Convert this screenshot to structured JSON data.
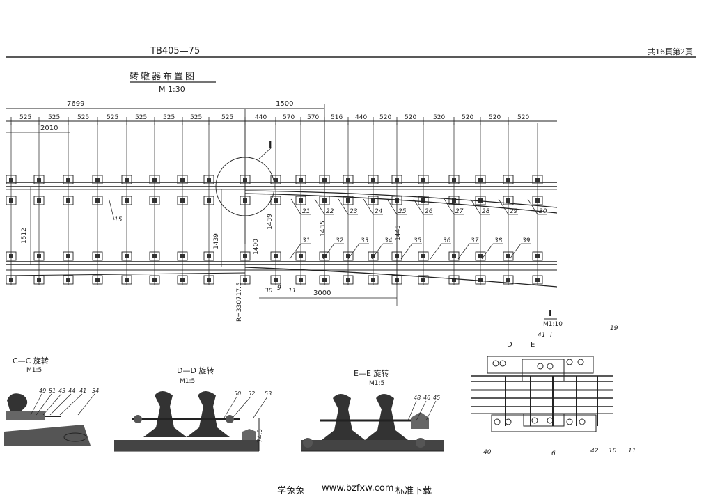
{
  "header": {
    "doc_number": "TB405—75",
    "page_info": "共16頁第2頁"
  },
  "plan": {
    "title": "转辙器布置图",
    "scale": "M 1:30",
    "dim_total_left": "7699",
    "dim_1500": "1500",
    "dim_2010": "2010",
    "top_spacings": [
      "525",
      "525",
      "525",
      "525",
      "525",
      "525",
      "525",
      "525",
      "440",
      "570",
      "570",
      "516",
      "440",
      "520",
      "520",
      "520",
      "520",
      "520",
      "520"
    ],
    "upper_callouts": [
      "21",
      "22",
      "23",
      "24",
      "25",
      "26",
      "27",
      "28",
      "29",
      "30"
    ],
    "lower_callouts": [
      "31",
      "32",
      "33",
      "34",
      "35",
      "36",
      "37",
      "38",
      "39"
    ],
    "callout_15": "15",
    "vertical_dims": [
      "1512",
      "1439",
      "1435",
      "1445",
      "1439",
      "1400"
    ],
    "bottom_dim": "3000",
    "radius_label": "R=330717.5",
    "detail_marker": "I",
    "small_callouts": [
      "30",
      "9",
      "11"
    ]
  },
  "section_cc": {
    "title": "C—C 旋转",
    "scale": "M1:5",
    "callouts": [
      "49",
      "51",
      "43",
      "44",
      "41",
      "54"
    ]
  },
  "section_dd": {
    "title": "D—D 旋转",
    "scale": "M1:5",
    "callouts": [
      "50",
      "52",
      "53"
    ],
    "dim": "74.5"
  },
  "section_ee": {
    "title": "E—E 旋转",
    "scale": "M1:5",
    "callouts": [
      "48",
      "46",
      "45"
    ]
  },
  "detail_i": {
    "title": "I",
    "scale": "M1:10",
    "callouts": [
      "41",
      "I",
      "19",
      "40",
      "6",
      "42",
      "10",
      "11"
    ],
    "cut_d": "D",
    "cut_e": "E"
  },
  "footer": {
    "site": "学兔兔",
    "url": "www.bzfxw.com",
    "tagline": "标准下载"
  }
}
